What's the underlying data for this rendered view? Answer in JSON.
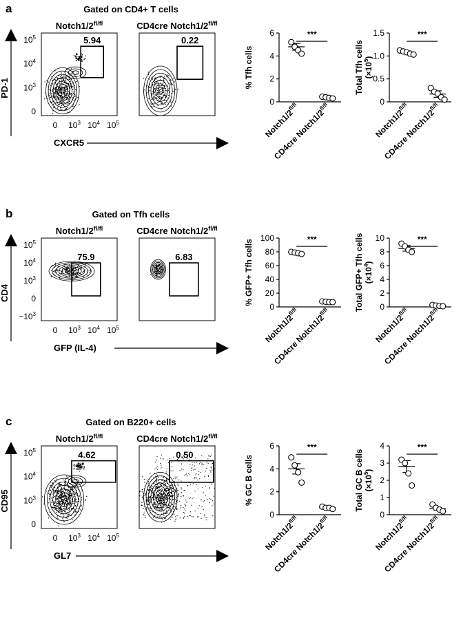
{
  "panels": [
    {
      "letter": "a",
      "gate_title": "Gated on CD4+ T cells",
      "flow": {
        "y_axis": "PD-1",
        "x_axis": "CXCR5",
        "y_ticks": [
          "10",
          "10",
          "10",
          "0"
        ],
        "y_tick_exps": [
          "5",
          "4",
          "3",
          ""
        ],
        "x_ticks": [
          "0",
          "10",
          "10",
          "10"
        ],
        "x_tick_exps": [
          "",
          "3",
          "4",
          "5"
        ],
        "plots": [
          {
            "genotype": "Notch1/2",
            "genotype_sup": "fl/fl",
            "percent": "5.94"
          },
          {
            "genotype": "CD4cre Notch1/2",
            "genotype_sup": "fl/fl",
            "percent": "0.22"
          }
        ]
      },
      "charts": [
        {
          "type": "scatter",
          "ylabel": "% Tfh cells",
          "ylabel_sup": "",
          "ylim": [
            0,
            6
          ],
          "yticks": [
            "0",
            "2",
            "4",
            "6"
          ],
          "significance": "***",
          "categories": [
            {
              "name": "Notch1/2",
              "sup": "fl/fl"
            },
            {
              "name": "CD4cre Notch1/2",
              "sup": "fl/fl"
            }
          ],
          "series": [
            {
              "values": [
                5.2,
                4.8,
                4.5,
                4.2
              ],
              "mean": 4.8,
              "sem": 0.3
            },
            {
              "values": [
                0.45,
                0.4,
                0.35,
                0.3
              ],
              "mean": 0.4,
              "sem": 0.05
            }
          ]
        },
        {
          "type": "scatter",
          "ylabel": "Total Tfh cells",
          "ylabel2": "(×10",
          "ylabel_sup": "5",
          "ylabel_end": ")",
          "ylim": [
            0,
            1.5
          ],
          "yticks": [
            "0",
            "0.5",
            "1.0",
            "1.5"
          ],
          "significance": "***",
          "categories": [
            {
              "name": "Notch1/2",
              "sup": "fl/fl"
            },
            {
              "name": "CD4cre Notch1/2",
              "sup": "fl/fl"
            }
          ],
          "series": [
            {
              "values": [
                1.12,
                1.1,
                1.08,
                1.05,
                1.03
              ],
              "mean": 1.08,
              "sem": 0.03
            },
            {
              "values": [
                0.3,
                0.22,
                0.18,
                0.1,
                0.05
              ],
              "mean": 0.17,
              "sem": 0.07
            }
          ]
        }
      ]
    },
    {
      "letter": "b",
      "gate_title": "Gated on Tfh cells",
      "flow": {
        "y_axis": "CD4",
        "x_axis": "GFP (IL-4)",
        "y_ticks": [
          "10",
          "10",
          "10",
          "0",
          "−10"
        ],
        "y_tick_exps": [
          "5",
          "4",
          "3",
          "",
          "3"
        ],
        "x_ticks": [
          "0",
          "10",
          "10",
          "10"
        ],
        "x_tick_exps": [
          "",
          "3",
          "4",
          "5"
        ],
        "plots": [
          {
            "genotype": "Notch1/2",
            "genotype_sup": "fl/fl",
            "percent": "75.9"
          },
          {
            "genotype": "CD4cre Notch1/2",
            "genotype_sup": "fl/fl",
            "percent": "6.83"
          }
        ]
      },
      "charts": [
        {
          "type": "scatter",
          "ylabel": "% GFP+ Tfh cells",
          "ylabel_sup": "",
          "ylim": [
            0,
            100
          ],
          "yticks": [
            "0",
            "20",
            "40",
            "60",
            "80",
            "100"
          ],
          "significance": "***",
          "categories": [
            {
              "name": "Notch1/2",
              "sup": "fl/fl"
            },
            {
              "name": "CD4cre Notch1/2",
              "sup": "fl/fl"
            }
          ],
          "series": [
            {
              "values": [
                80,
                79,
                78,
                77
              ],
              "mean": 78.5,
              "sem": 0.7
            },
            {
              "values": [
                8,
                7.5,
                7,
                7
              ],
              "mean": 7.4,
              "sem": 0.3
            }
          ]
        },
        {
          "type": "scatter",
          "ylabel": "Total GFP+ Tfh cells",
          "ylabel2": "(×10",
          "ylabel_sup": "4",
          "ylabel_end": ")",
          "ylim": [
            0,
            10
          ],
          "yticks": [
            "0",
            "2",
            "4",
            "6",
            "8",
            "10"
          ],
          "significance": "***",
          "categories": [
            {
              "name": "Notch1/2",
              "sup": "fl/fl"
            },
            {
              "name": "CD4cre Notch1/2",
              "sup": "fl/fl"
            }
          ],
          "series": [
            {
              "values": [
                9.2,
                8.8,
                8.3,
                8.0
              ],
              "mean": 8.5,
              "sem": 0.4
            },
            {
              "values": [
                0.3,
                0.2,
                0.15,
                0.1
              ],
              "mean": 0.2,
              "sem": 0.05
            }
          ]
        }
      ]
    },
    {
      "letter": "c",
      "gate_title": "Gated on B220+ cells",
      "flow": {
        "y_axis": "CD95",
        "x_axis": "GL7",
        "y_ticks": [
          "10",
          "10",
          "10",
          "0"
        ],
        "y_tick_exps": [
          "5",
          "4",
          "3",
          ""
        ],
        "x_ticks": [
          "0",
          "10",
          "10",
          "10"
        ],
        "x_tick_exps": [
          "",
          "3",
          "4",
          "5"
        ],
        "plots": [
          {
            "genotype": "Notch1/2",
            "genotype_sup": "fl/fl",
            "percent": "4.62"
          },
          {
            "genotype": "CD4cre Notch1/2",
            "genotype_sup": "fl/fl",
            "percent": "0.50"
          }
        ]
      },
      "charts": [
        {
          "type": "scatter",
          "ylabel": "% GC B cells",
          "ylabel_sup": "",
          "ylim": [
            0,
            6
          ],
          "yticks": [
            "0",
            "2",
            "4",
            "6"
          ],
          "significance": "***",
          "categories": [
            {
              "name": "Notch1/2",
              "sup": "fl/fl"
            },
            {
              "name": "CD4cre Notch1/2",
              "sup": "fl/fl"
            }
          ],
          "series": [
            {
              "values": [
                5.0,
                4.3,
                3.7,
                2.8
              ],
              "mean": 4.0,
              "sem": 0.45
            },
            {
              "values": [
                0.7,
                0.6,
                0.6,
                0.5
              ],
              "mean": 0.6,
              "sem": 0.05
            }
          ]
        },
        {
          "type": "scatter",
          "ylabel": "Total GC B cells",
          "ylabel2": "(×10",
          "ylabel_sup": "5",
          "ylabel_end": ")",
          "ylim": [
            0,
            4
          ],
          "yticks": [
            "0",
            "1",
            "2",
            "3",
            "4"
          ],
          "significance": "***",
          "categories": [
            {
              "name": "Notch1/2",
              "sup": "fl/fl"
            },
            {
              "name": "CD4cre Notch1/2",
              "sup": "fl/fl"
            }
          ],
          "series": [
            {
              "values": [
                3.2,
                3.0,
                2.4,
                1.7
              ],
              "mean": 2.8,
              "sem": 0.35
            },
            {
              "values": [
                0.6,
                0.4,
                0.3,
                0.2
              ],
              "mean": 0.35,
              "sem": 0.08
            }
          ]
        }
      ]
    }
  ]
}
